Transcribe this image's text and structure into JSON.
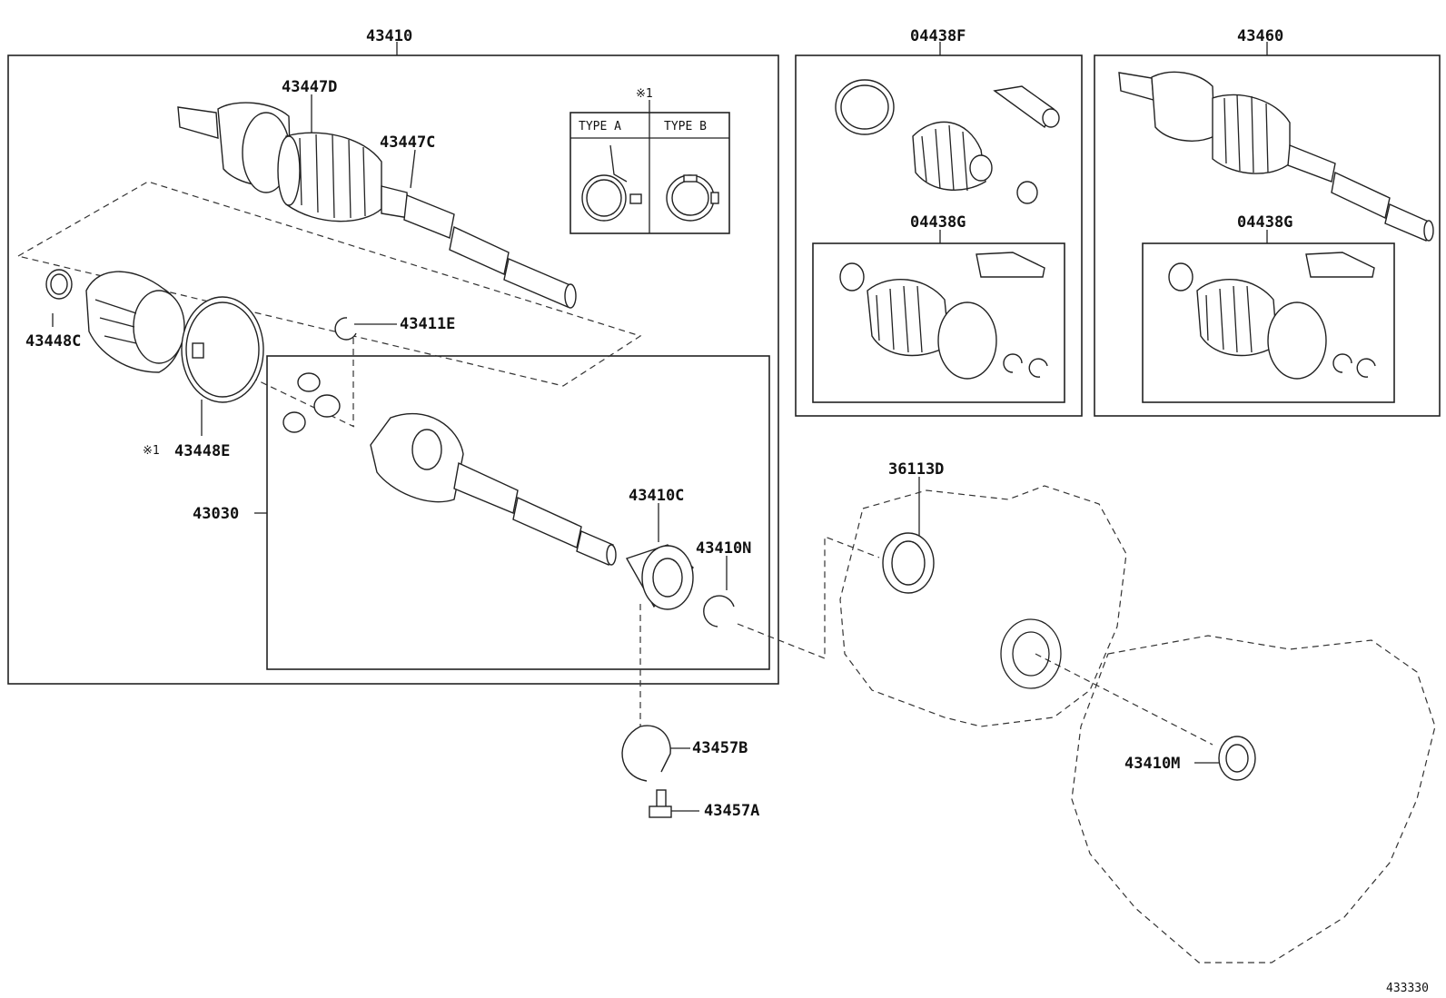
{
  "diagram_id": "433330",
  "callouts": {
    "main_assembly": "43410",
    "boot_kit_f": "04438F",
    "rh_assembly": "43460",
    "outer_boot": "43447D",
    "outer_shaft": "43447C",
    "boot_clamp_c": "43448C",
    "boot_clamp_e": "43448E",
    "snap_ring_e": "43411E",
    "inner_joint": "43030",
    "bearing_c": "43410C",
    "snap_ring_n": "43410N",
    "hole_snap_ring": "43457B",
    "bolt": "43457A",
    "oil_seal": "36113D",
    "seal_m": "43410M",
    "boot_kit_g_left": "04438G",
    "boot_kit_g_right": "04438G"
  },
  "note_mark": "※1",
  "note_label_clamp": "※1",
  "clamp_types": {
    "type_a": "TYPE A",
    "type_b": "TYPE B"
  }
}
